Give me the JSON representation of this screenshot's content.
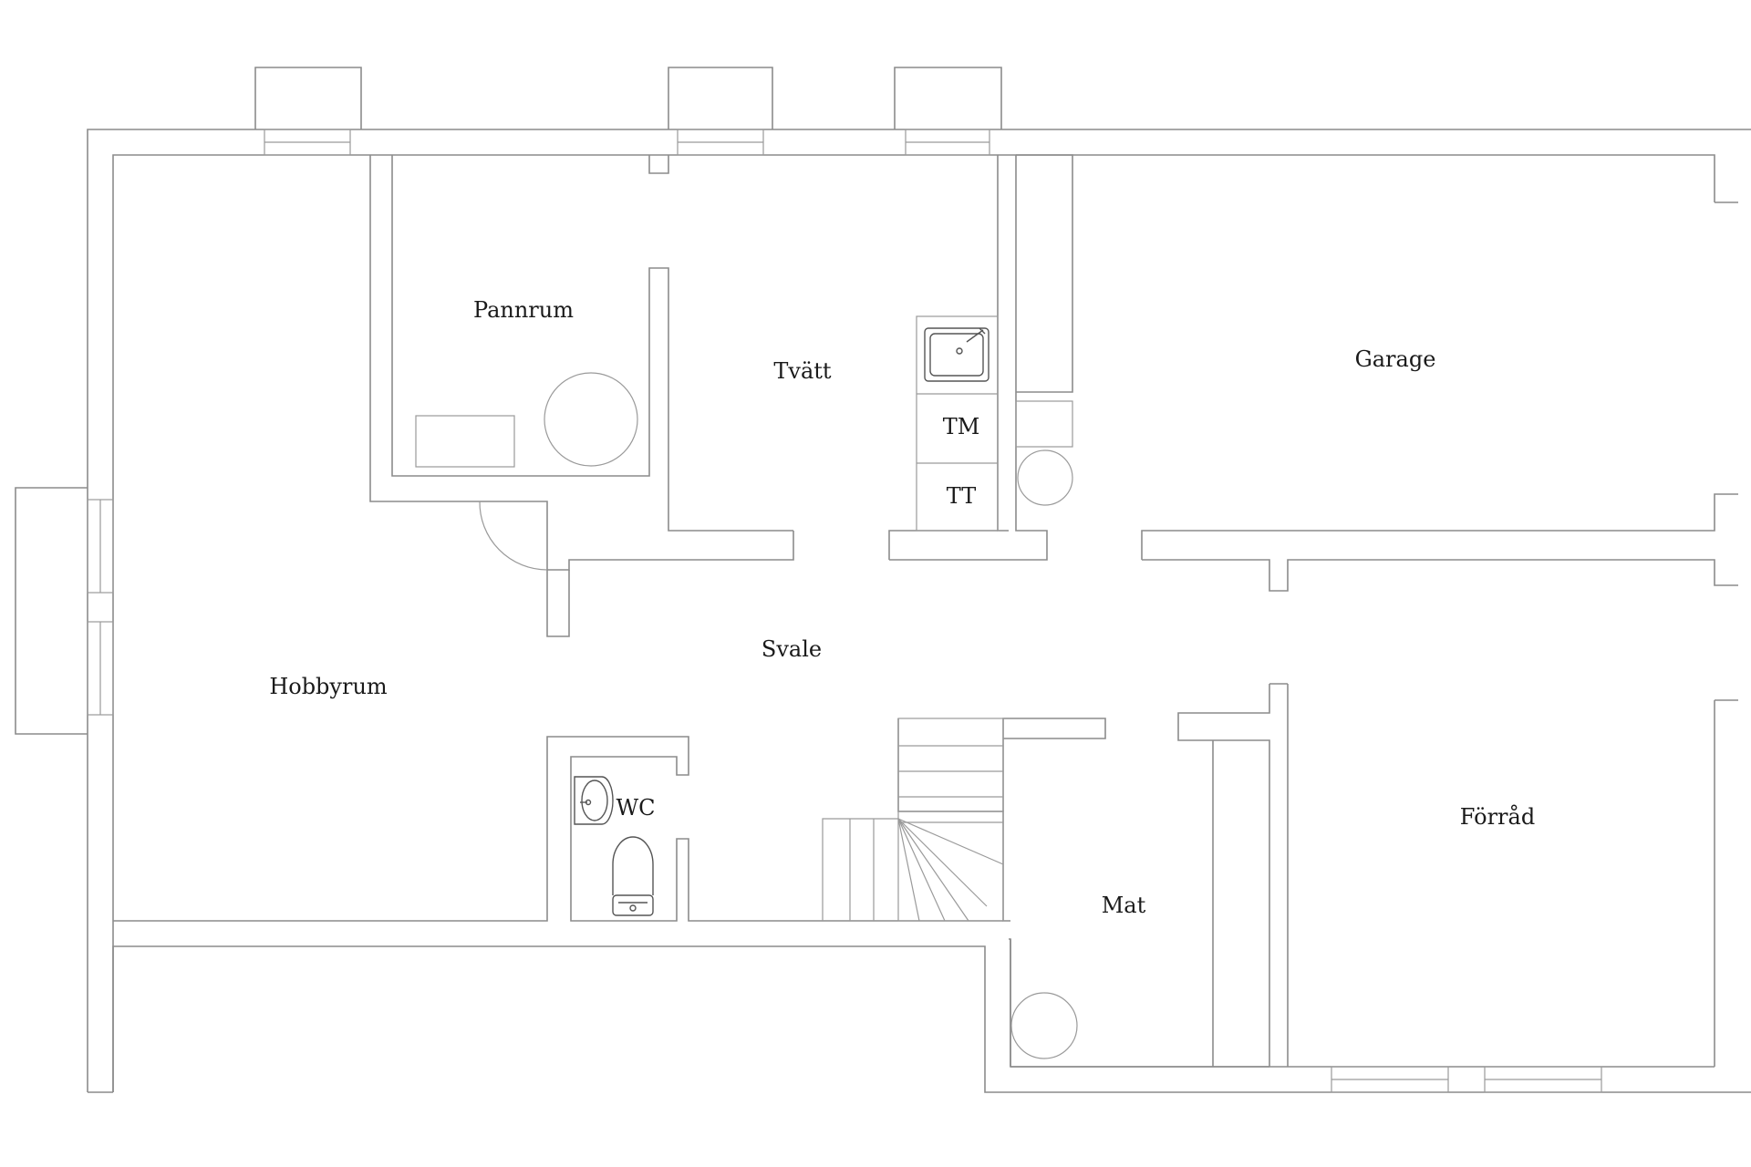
{
  "rooms": {
    "pannrum": "Pannrum",
    "tvatt": "Tvätt",
    "garage": "Garage",
    "tm": "TM",
    "tt": "TT",
    "svale": "Svale",
    "hobbyrum": "Hobbyrum",
    "wc": "WC",
    "forrad": "Förråd",
    "mat": "Mat"
  },
  "colors": {
    "wall": "#8c8c8c",
    "fixture": "#555555",
    "label": "#1a1a1a",
    "background": "#ffffff"
  }
}
